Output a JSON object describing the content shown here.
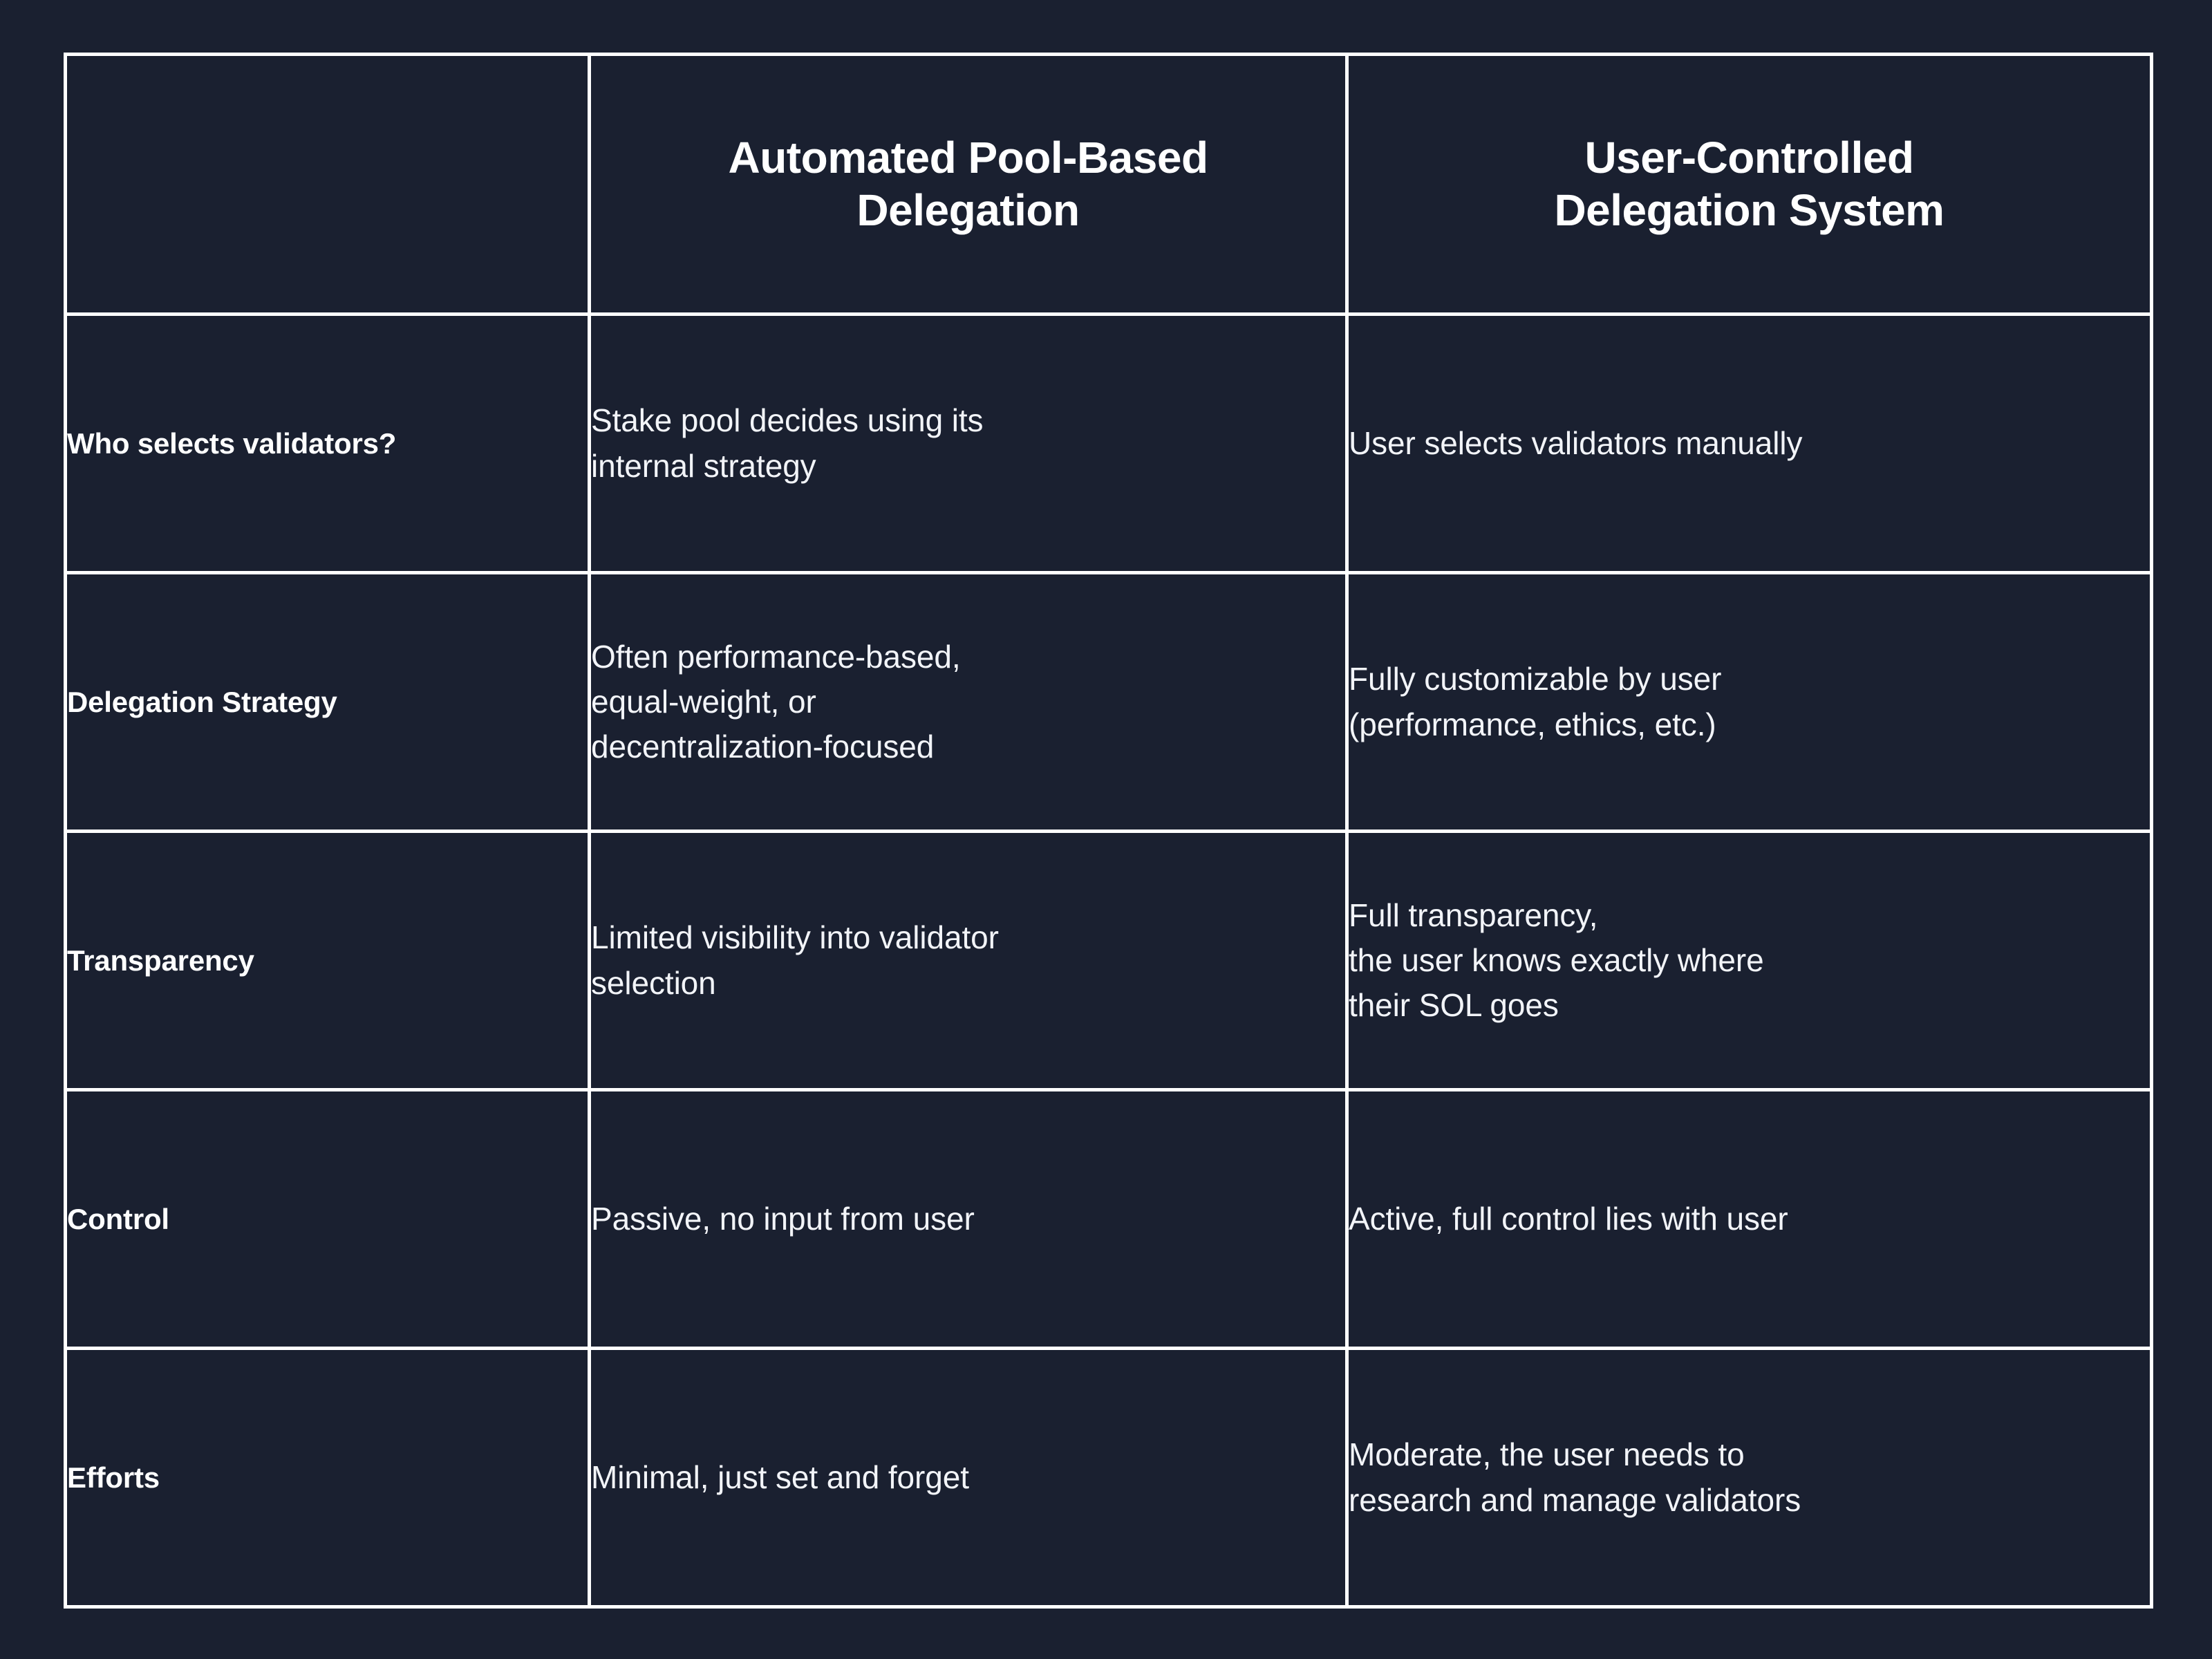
{
  "theme": {
    "background": "#1a2030",
    "border": "#ffffff",
    "heading_text": "#ffffff",
    "label_text": "#ffffff",
    "body_text": "#f2f4f8"
  },
  "table": {
    "headers": {
      "col0": "",
      "col1_line1": "Automated Pool-Based",
      "col1_line2": "Delegation",
      "col2_line1": "User-Controlled",
      "col2_line2": "Delegation System"
    },
    "rows": [
      {
        "label_line1": "Who selects",
        "label_line2": "validators?",
        "automated_line1": "Stake pool decides using its",
        "automated_line2": "internal strategy",
        "automated_line3": "",
        "user_line1": "User selects validators manually",
        "user_line2": "",
        "user_line3": ""
      },
      {
        "label_line1": "Delegation Strategy",
        "label_line2": "",
        "automated_line1": "Often performance-based,",
        "automated_line2": "equal-weight, or",
        "automated_line3": "decentralization-focused",
        "user_line1": "Fully customizable by user",
        "user_line2": "(performance, ethics, etc.)",
        "user_line3": ""
      },
      {
        "label_line1": "Transparency",
        "label_line2": "",
        "automated_line1": "Limited visibility into validator",
        "automated_line2": "selection",
        "automated_line3": "",
        "user_line1": "Full transparency,",
        "user_line2": "the user knows exactly where",
        "user_line3": "their SOL goes"
      },
      {
        "label_line1": "Control",
        "label_line2": "",
        "automated_line1": "Passive, no input from user",
        "automated_line2": "",
        "automated_line3": "",
        "user_line1": "Active, full control lies with user",
        "user_line2": "",
        "user_line3": ""
      },
      {
        "label_line1": "Efforts",
        "label_line2": "",
        "automated_line1": "Minimal, just set and forget",
        "automated_line2": "",
        "automated_line3": "",
        "user_line1": "Moderate, the user needs to",
        "user_line2": "research and manage validators",
        "user_line3": ""
      }
    ]
  }
}
